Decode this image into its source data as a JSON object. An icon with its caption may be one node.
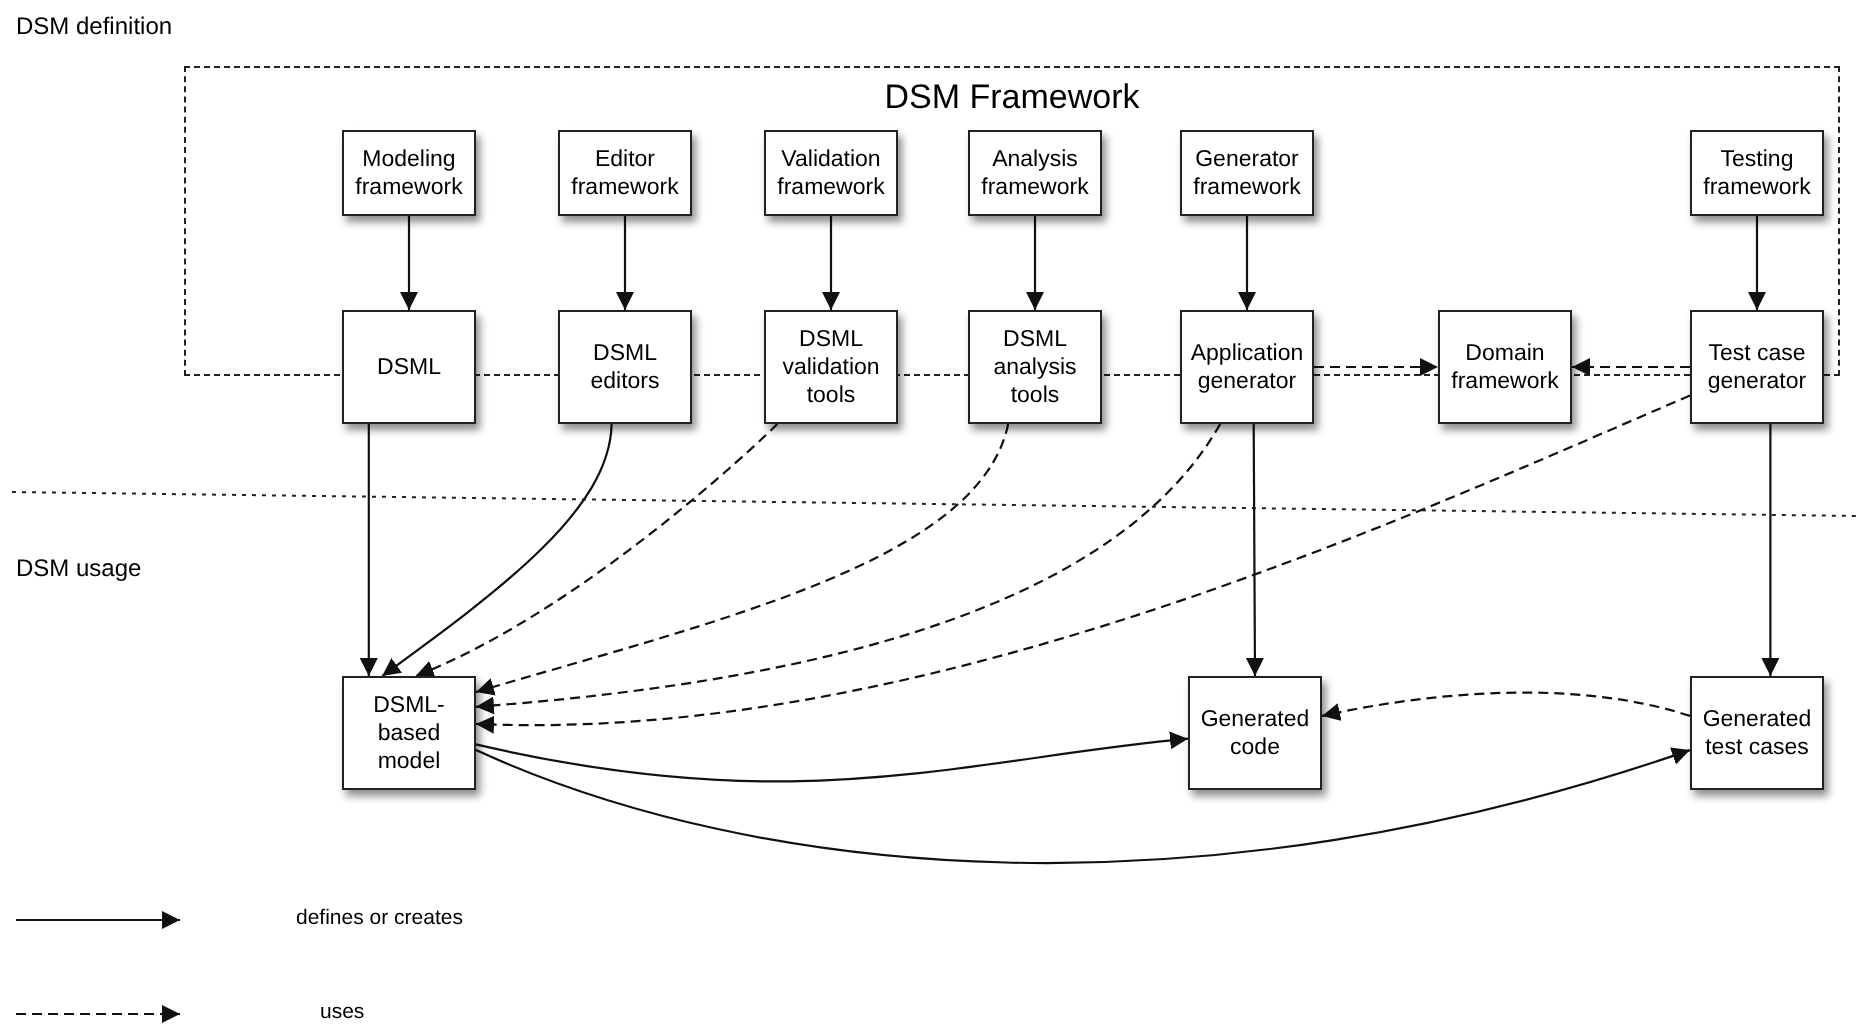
{
  "diagram": {
    "nodes": [
      {
        "text": [
          "DSM Framework"
        ]
      },
      {
        "text": [
          "Modeling framework"
        ],
        "in": 0
      },
      {
        "text": [
          "Editor framework"
        ],
        "in": 0
      },
      {
        "text": [
          "Validation framework"
        ],
        "in": 0
      },
      {
        "text": [
          "Analysis framework"
        ],
        "in": 0
      },
      {
        "text": [
          "Generator framework"
        ],
        "in": 0
      },
      {
        "text": [
          "Testing framework"
        ],
        "in": 0
      },
      {
        "text": [
          "DSML"
        ]
      },
      {
        "text": [
          "DSML editors"
        ]
      },
      {
        "text": [
          "DSML validation tools"
        ]
      },
      {
        "text": [
          "DSML analysis tools"
        ]
      },
      {
        "text": [
          "Application generator"
        ]
      },
      {
        "text": [
          "Domain framework"
        ]
      },
      {
        "text": [
          "Test case generator"
        ]
      },
      {
        "text": [
          "DSML-based model"
        ]
      },
      {
        "text": [
          "Generated code"
        ]
      },
      {
        "text": [
          "Generated test cases"
        ]
      }
    ],
    "edges": [
      {
        "from": 1,
        "to": 7,
        "arrow": "to"
      },
      {
        "from": 2,
        "to": 8,
        "arrow": "to"
      },
      {
        "from": 3,
        "to": 9,
        "arrow": "to"
      },
      {
        "from": 4,
        "to": 10,
        "arrow": "to"
      },
      {
        "from": 5,
        "to": 11,
        "arrow": "to"
      },
      {
        "from": 6,
        "to": 13,
        "arrow": "to"
      },
      {
        "from": 11,
        "to": 12,
        "arrow": "to",
        "style": "dashed"
      },
      {
        "from": 13,
        "to": 12,
        "arrow": "to",
        "style": "dashed"
      },
      {
        "from": 7,
        "to": 14,
        "arrow": "to"
      },
      {
        "from": 8,
        "to": 14,
        "arrow": "to"
      },
      {
        "from": 9,
        "to": 14,
        "arrow": "to",
        "style": "dashed"
      },
      {
        "from": 10,
        "to": 14,
        "arrow": "to",
        "style": "dashed"
      },
      {
        "from": 11,
        "to": 14,
        "arrow": "to",
        "style": "dashed"
      },
      {
        "from": 13,
        "to": 14,
        "arrow": "to",
        "style": "dashed"
      },
      {
        "from": 11,
        "to": 15,
        "arrow": "to"
      },
      {
        "from": 13,
        "to": 16,
        "arrow": "to"
      },
      {
        "from": 16,
        "to": 15,
        "arrow": "to",
        "style": "dashed"
      },
      {
        "from": 14,
        "to": 15,
        "arrow": "to"
      },
      {
        "from": 14,
        "to": 16,
        "arrow": "to"
      }
    ],
    "labels": [
      "DSM definition",
      "DSM usage"
    ],
    "legend": [
      {
        "text": "defines or creates"
      },
      {
        "text": "uses"
      }
    ]
  }
}
